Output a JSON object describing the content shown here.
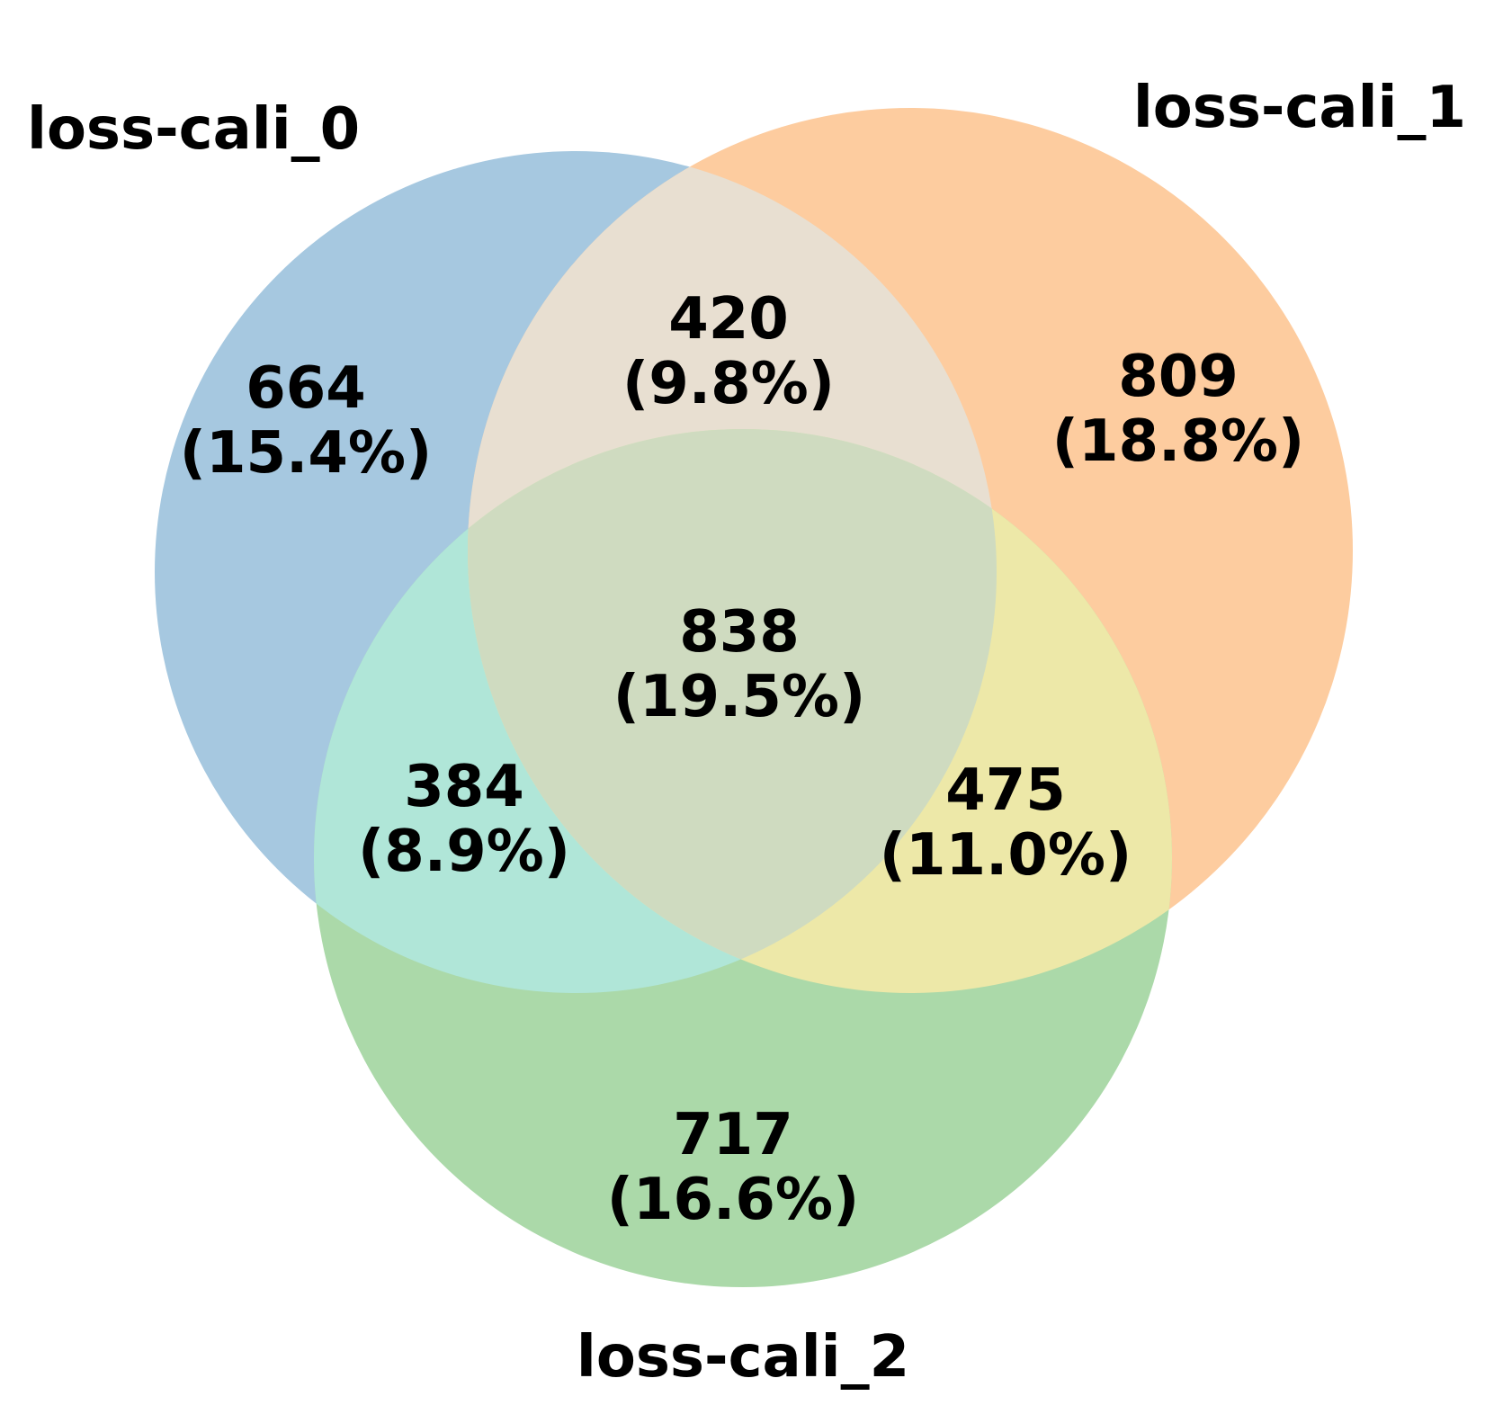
{
  "chart_data": {
    "type": "venn",
    "sets": [
      {
        "name": "loss-cali_0",
        "color": "#a6c8e0"
      },
      {
        "name": "loss-cali_1",
        "color": "#fdcc9f"
      },
      {
        "name": "loss-cali_2",
        "color": "#abd9a9"
      }
    ],
    "regions": {
      "only_0": {
        "count": "664",
        "percent": "(15.4%)",
        "color": "#a6c8e0"
      },
      "only_1": {
        "count": "809",
        "percent": "(18.8%)",
        "color": "#fdcc9f"
      },
      "only_2": {
        "count": "717",
        "percent": "(16.6%)",
        "color": "#abd9a9"
      },
      "0_1": {
        "count": "420",
        "percent": "(9.8%)",
        "color": "#e8dfd1"
      },
      "0_2": {
        "count": "384",
        "percent": "(8.9%)",
        "color": "#b0e6d8"
      },
      "1_2": {
        "count": "475",
        "percent": "(11.0%)",
        "color": "#ede8a8"
      },
      "all": {
        "count": "838",
        "percent": "(19.5%)",
        "color": "#cfdbc0"
      }
    }
  }
}
